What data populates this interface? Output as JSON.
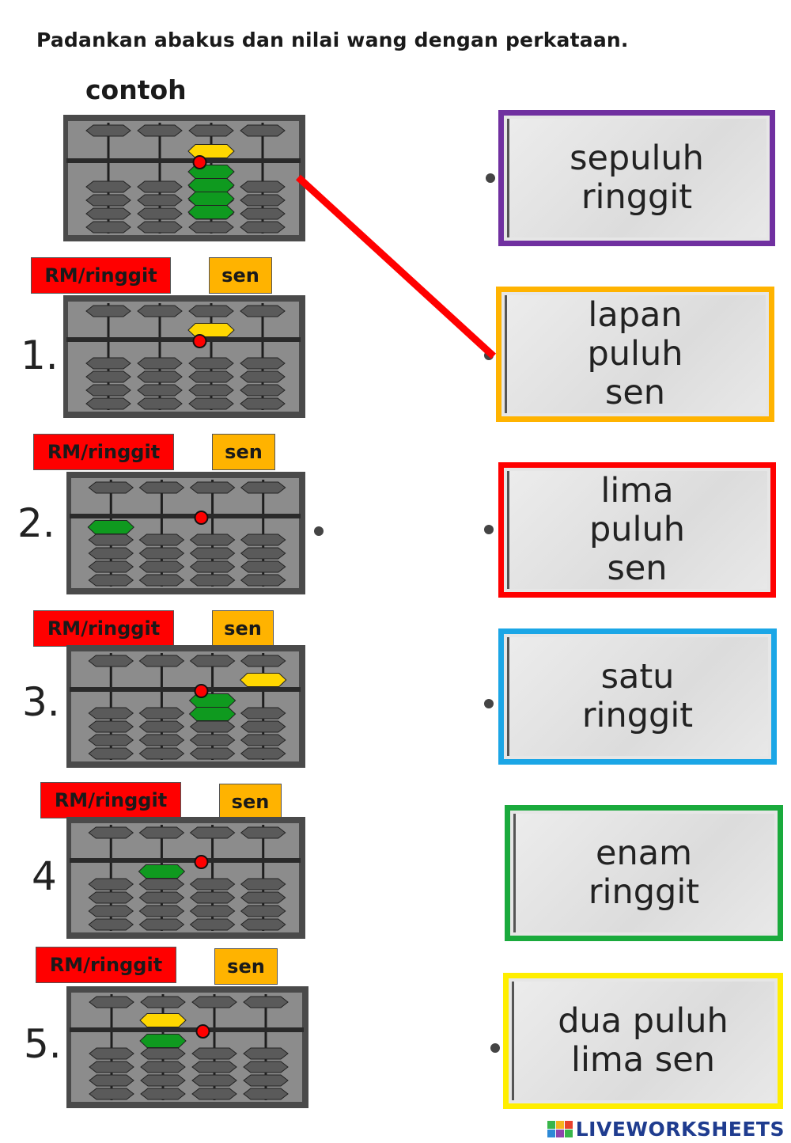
{
  "instruction": "Padankan abakus dan nilai wang dengan perkataan.",
  "example_label": "contoh",
  "tags": {
    "rm": "RM/ringgit",
    "sen": "sen"
  },
  "abacus_items": [
    {
      "number": "",
      "beads": [
        {
          "rod": 3,
          "type": "upper"
        },
        {
          "rod": 3,
          "type": "lower",
          "count": 4
        }
      ]
    },
    {
      "number": "1.",
      "beads": [
        {
          "rod": 3,
          "type": "upper"
        }
      ]
    },
    {
      "number": "2.",
      "beads": [
        {
          "rod": 1,
          "type": "lower",
          "count": 1
        }
      ]
    },
    {
      "number": "3.",
      "beads": [
        {
          "rod": 4,
          "type": "upper"
        },
        {
          "rod": 3,
          "type": "lower",
          "count": 2
        }
      ]
    },
    {
      "number": "4",
      "beads": [
        {
          "rod": 2,
          "type": "lower",
          "count": 1
        }
      ]
    },
    {
      "number": "5.",
      "beads": [
        {
          "rod": 2,
          "type": "upper"
        },
        {
          "rod": 2,
          "type": "lower",
          "count": 1
        }
      ]
    }
  ],
  "cards": [
    {
      "lines": [
        "sepuluh",
        "ringgit"
      ],
      "border": "#7030a0"
    },
    {
      "lines": [
        "lapan",
        "puluh",
        "sen"
      ],
      "border": "#ffb300"
    },
    {
      "lines": [
        "lima",
        "puluh",
        "sen"
      ],
      "border": "#ff0000"
    },
    {
      "lines": [
        "satu",
        "ringgit"
      ],
      "border": "#1ba6e6"
    },
    {
      "lines": [
        "enam",
        "ringgit"
      ],
      "border": "#1aaa3c"
    },
    {
      "lines": [
        "dua puluh",
        "lima sen"
      ],
      "border": "#ffee00"
    }
  ],
  "colors": {
    "upper_bead": "#ffd700",
    "lower_bead": "#0f9a1f",
    "marker": "#ff0000",
    "connector": "#ff0000"
  },
  "logo": "LIVEWORKSHEETS"
}
